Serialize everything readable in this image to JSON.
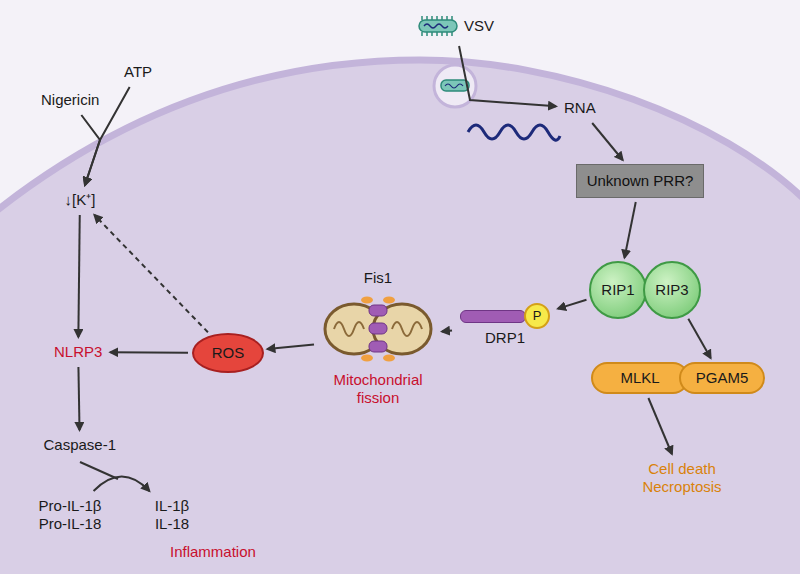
{
  "diagram": {
    "nodes": [
      {
        "text": [
          "Nigericin"
        ]
      },
      {
        "text": [
          "ATP"
        ]
      },
      {
        "text": [
          "↓[K⁺]"
        ]
      },
      {
        "text": [
          "NLRP3"
        ]
      },
      {
        "text": [
          "Caspase-1"
        ]
      },
      {
        "text": [
          "Pro-IL-1β Pro-IL-18"
        ]
      },
      {
        "text": [
          "IL-1β IL-18"
        ]
      },
      {
        "text": [
          "ROS"
        ]
      },
      {
        "text": [
          "Fis1",
          "Mitochondrial fission"
        ]
      },
      {
        "text": [
          "DRP1",
          "P"
        ]
      },
      {
        "text": [
          "VSV"
        ]
      },
      {
        "text": [
          "RNA"
        ]
      },
      {
        "text": [
          "Unknown PRR?"
        ]
      },
      {
        "text": [
          "RIP1"
        ]
      },
      {
        "text": [
          "RIP3"
        ]
      },
      {
        "text": [
          "MLKL"
        ]
      },
      {
        "text": [
          "PGAM5"
        ]
      },
      {
        "text": [
          "Cell death Necroptosis"
        ]
      }
    ],
    "edges": [
      {
        "from": 0,
        "to": 2,
        "arrow": "to"
      },
      {
        "from": 1,
        "to": 2,
        "arrow": "to"
      },
      {
        "from": 2,
        "to": 3,
        "arrow": "to"
      },
      {
        "from": 3,
        "to": 4,
        "arrow": "to"
      },
      {
        "from": 5,
        "to": 6,
        "arrow": "to"
      },
      {
        "from": 7,
        "to": 3,
        "arrow": "to"
      },
      {
        "from": 7,
        "to": 2,
        "arrow": "to"
      },
      {
        "from": 8,
        "to": 7,
        "arrow": "to"
      },
      {
        "from": 9,
        "to": 8,
        "arrow": "to"
      },
      {
        "from": 10,
        "to": 11,
        "arrow": "to"
      },
      {
        "from": 11,
        "to": 12,
        "arrow": "to"
      },
      {
        "from": 12,
        "to": 13,
        "arrow": "to"
      },
      {
        "from": 13,
        "to": 9,
        "arrow": "to"
      },
      {
        "from": 14,
        "to": 16,
        "arrow": "to"
      },
      {
        "from": 15,
        "to": 17,
        "arrow": "to"
      }
    ],
    "labels": [
      "Inflammation"
    ]
  }
}
